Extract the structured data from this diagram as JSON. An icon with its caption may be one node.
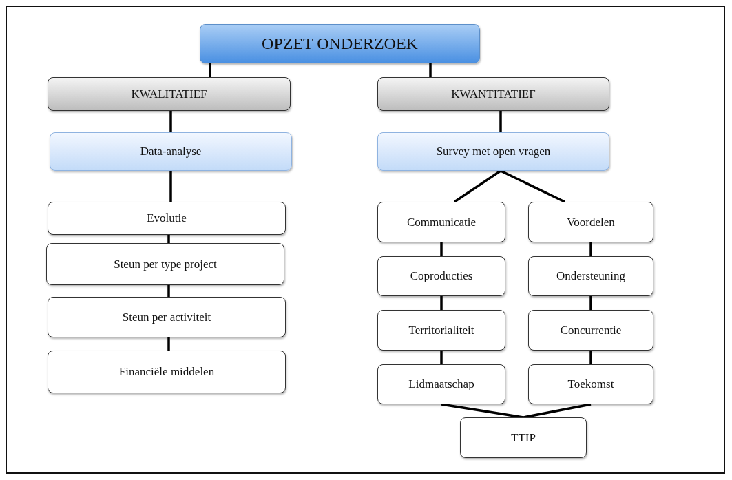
{
  "diagram": {
    "nodes": [
      {
        "text": [
          "OPZET ONDERZOEK"
        ]
      },
      {
        "text": [
          "KWALITATIEF"
        ]
      },
      {
        "text": [
          "KWANTITATIEF"
        ]
      },
      {
        "text": [
          "Data-analyse"
        ]
      },
      {
        "text": [
          "Survey met open vragen"
        ]
      },
      {
        "text": [
          "Evolutie"
        ]
      },
      {
        "text": [
          "Steun per type project"
        ]
      },
      {
        "text": [
          "Steun per activiteit"
        ]
      },
      {
        "text": [
          "Financiële middelen"
        ]
      },
      {
        "text": [
          "Communicatie"
        ]
      },
      {
        "text": [
          "Voordelen"
        ]
      },
      {
        "text": [
          "Coproducties"
        ]
      },
      {
        "text": [
          "Ondersteuning"
        ]
      },
      {
        "text": [
          "Territorialiteit"
        ]
      },
      {
        "text": [
          "Concurrentie"
        ]
      },
      {
        "text": [
          "Lidmaatschap"
        ]
      },
      {
        "text": [
          "Toekomst"
        ]
      },
      {
        "text": [
          "TTIP"
        ]
      }
    ],
    "edges": [
      {
        "from": 0,
        "to": 1,
        "arrow": "none"
      },
      {
        "from": 0,
        "to": 2,
        "arrow": "none"
      },
      {
        "from": 1,
        "to": 3,
        "arrow": "none"
      },
      {
        "from": 2,
        "to": 4,
        "arrow": "none"
      },
      {
        "from": 3,
        "to": 5,
        "arrow": "none"
      },
      {
        "from": 5,
        "to": 6,
        "arrow": "none"
      },
      {
        "from": 6,
        "to": 7,
        "arrow": "none"
      },
      {
        "from": 7,
        "to": 8,
        "arrow": "none"
      },
      {
        "from": 4,
        "to": 9,
        "arrow": "none"
      },
      {
        "from": 4,
        "to": 10,
        "arrow": "none"
      },
      {
        "from": 9,
        "to": 11,
        "arrow": "none"
      },
      {
        "from": 11,
        "to": 13,
        "arrow": "none"
      },
      {
        "from": 13,
        "to": 15,
        "arrow": "none"
      },
      {
        "from": 10,
        "to": 12,
        "arrow": "none"
      },
      {
        "from": 12,
        "to": 14,
        "arrow": "none"
      },
      {
        "from": 14,
        "to": 16,
        "arrow": "none"
      },
      {
        "from": 15,
        "to": 17,
        "arrow": "none"
      },
      {
        "from": 16,
        "to": 17,
        "arrow": "none"
      }
    ]
  }
}
